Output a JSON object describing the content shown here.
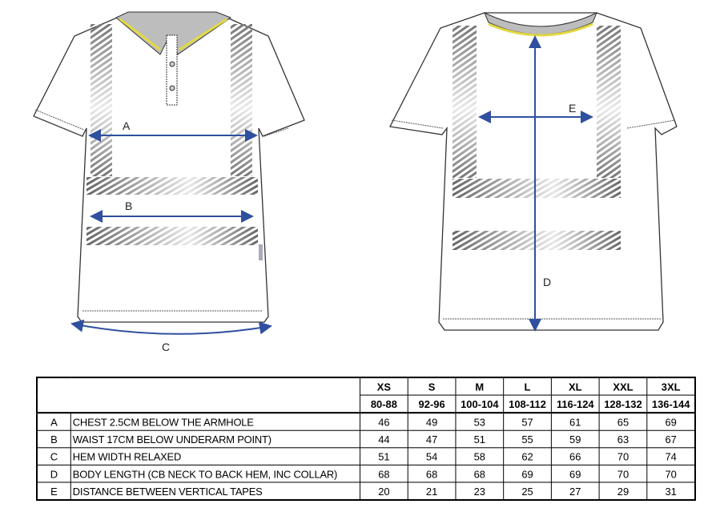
{
  "diagram": {
    "front_labels": {
      "a": "A",
      "b": "B",
      "c": "C"
    },
    "back_labels": {
      "d": "D",
      "e": "E"
    },
    "colors": {
      "arrow": "#2f4f9f",
      "collar_trim": "#e3d943",
      "collar": "#bdbdbd",
      "outline": "#333333"
    }
  },
  "table": {
    "sizes": [
      "XS",
      "S",
      "M",
      "L",
      "XL",
      "XXL",
      "3XL"
    ],
    "ranges": [
      "80-88",
      "92-96",
      "100-104",
      "108-112",
      "116-124",
      "128-132",
      "136-144"
    ],
    "rows": [
      {
        "code": "A",
        "label": "CHEST 2.5CM BELOW THE ARMHOLE",
        "values": [
          "46",
          "49",
          "53",
          "57",
          "61",
          "65",
          "69"
        ]
      },
      {
        "code": "B",
        "label": "WAIST 17CM BELOW UNDERARM POINT)",
        "values": [
          "44",
          "47",
          "51",
          "55",
          "59",
          "63",
          "67"
        ]
      },
      {
        "code": "C",
        "label": "HEM WIDTH RELAXED",
        "values": [
          "51",
          "54",
          "58",
          "62",
          "66",
          "70",
          "74"
        ]
      },
      {
        "code": "D",
        "label": "BODY LENGTH (CB NECK TO BACK HEM, INC COLLAR)",
        "values": [
          "68",
          "68",
          "68",
          "69",
          "69",
          "70",
          "70"
        ]
      },
      {
        "code": "E",
        "label": "DISTANCE BETWEEN VERTICAL TAPES",
        "values": [
          "20",
          "21",
          "23",
          "25",
          "27",
          "29",
          "31"
        ]
      }
    ]
  }
}
